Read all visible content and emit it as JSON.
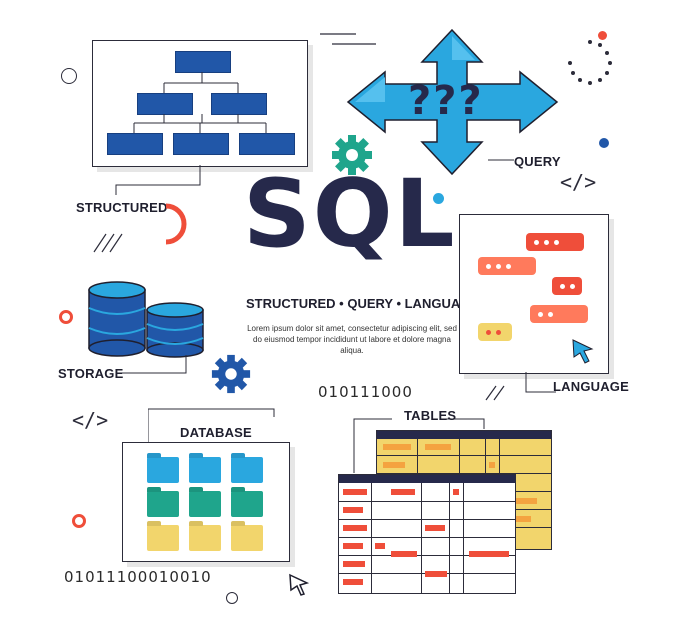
{
  "title": "SQL",
  "subtitle": "STRUCTURED • QUERY • LANGUAGE",
  "description": "Lorem ipsum dolor sit amet, consectetur adipiscing elit, sed do eiusmod tempor incididunt ut labore et dolore magna aliqua.",
  "labels": {
    "structured": "STRUCTURED",
    "query": "QUERY",
    "storage": "STORAGE",
    "language": "LANGUAGE",
    "database": "DATABASE",
    "tables": "TABLES"
  },
  "query_marks": "???",
  "binary": {
    "top": "010111000",
    "bottom": "01011100010010"
  },
  "code_symbol": "</>",
  "colors": {
    "navy": "#26294b",
    "blue": "#2157a8",
    "sky": "#2aa7df",
    "teal": "#1fa58c",
    "red": "#ef4e3a",
    "orange": "#f4a340",
    "yellow": "#f2d56c",
    "coral": "#ff7a5c"
  },
  "icons": [
    "gear-icon",
    "database-icon",
    "folder-icon",
    "cursor-icon",
    "code-icon",
    "question-icon",
    "chat-bubble-icon"
  ]
}
